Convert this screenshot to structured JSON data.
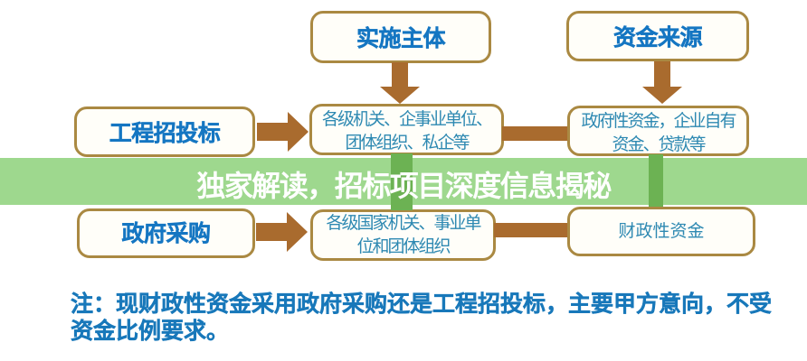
{
  "flow": {
    "top_left": {
      "label": "实施主体"
    },
    "top_right": {
      "label": "资金来源"
    },
    "row1": {
      "left": {
        "label": "工程招投标"
      },
      "middle": {
        "lines": [
          "各级机关、企事业单位、",
          "团体组织、私企等"
        ]
      },
      "right": {
        "lines": [
          "政府性资金，企业自有",
          "资金、贷款等"
        ]
      }
    },
    "row2": {
      "left": {
        "label": "政府采购"
      },
      "middle": {
        "lines": [
          "各级国家机关、事业单",
          "位和团体组织"
        ]
      },
      "right": {
        "label": "财政性资金"
      }
    }
  },
  "banner": {
    "text": "独家解读，招标项目深度信息揭秘"
  },
  "note": {
    "lines": [
      "注：现财政性资金采用政府采购还是工程招投标，主要甲方意向，不受",
      "资金比例要求。"
    ]
  },
  "colors": {
    "box_border": "#aa8942",
    "arrow_brown": "#a96b2e",
    "heading_blue": "#1576c2",
    "body_teal": "#2e89b2",
    "banner_green": "#9ed88e",
    "connector_green": "#6cb253",
    "note_blue": "#1878ba"
  }
}
